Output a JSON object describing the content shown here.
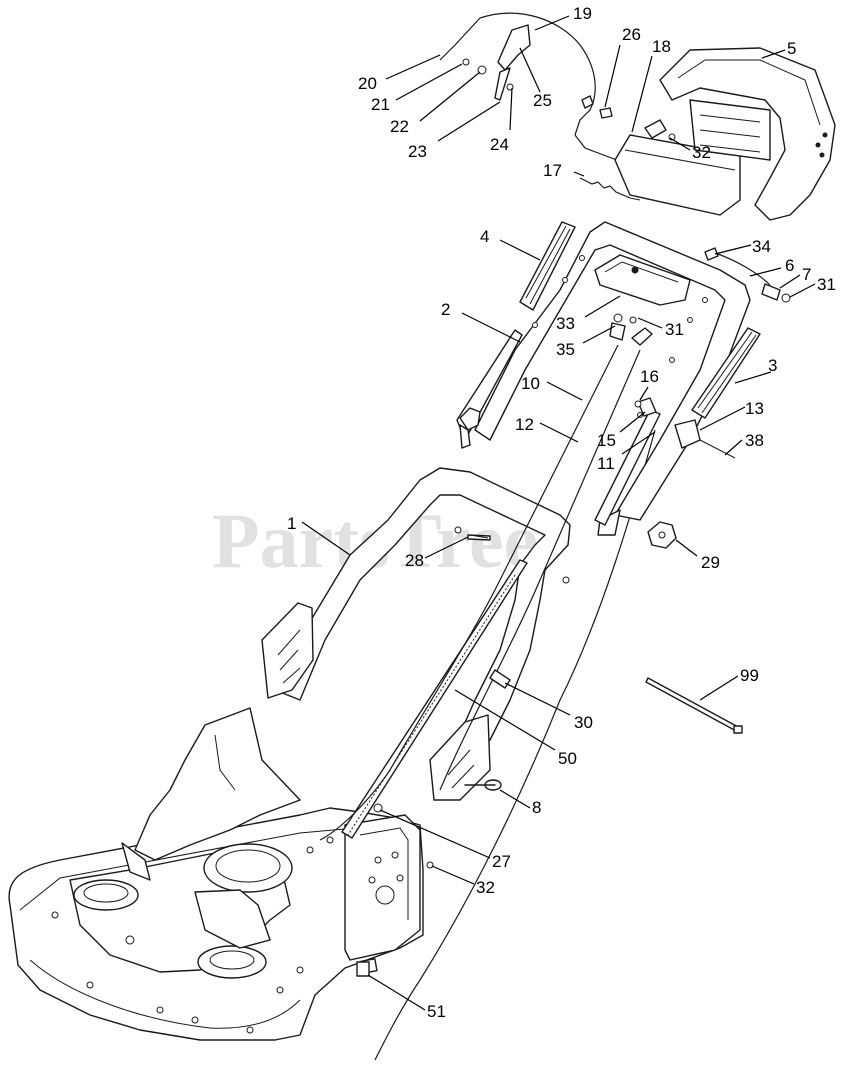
{
  "watermark": "PartsTree",
  "callouts": [
    {
      "id": "c19",
      "label": "19"
    },
    {
      "id": "c26",
      "label": "26"
    },
    {
      "id": "c18",
      "label": "18"
    },
    {
      "id": "c5",
      "label": "5"
    },
    {
      "id": "c20",
      "label": "20"
    },
    {
      "id": "c21",
      "label": "21"
    },
    {
      "id": "c22",
      "label": "22"
    },
    {
      "id": "c25",
      "label": "25"
    },
    {
      "id": "c24",
      "label": "24"
    },
    {
      "id": "c23",
      "label": "23"
    },
    {
      "id": "c32a",
      "label": "32"
    },
    {
      "id": "c17",
      "label": "17"
    },
    {
      "id": "c4",
      "label": "4"
    },
    {
      "id": "c34",
      "label": "34"
    },
    {
      "id": "c6",
      "label": "6"
    },
    {
      "id": "c7",
      "label": "7"
    },
    {
      "id": "c31a",
      "label": "31"
    },
    {
      "id": "c2",
      "label": "2"
    },
    {
      "id": "c33",
      "label": "33"
    },
    {
      "id": "c31b",
      "label": "31"
    },
    {
      "id": "c35",
      "label": "35"
    },
    {
      "id": "c3",
      "label": "3"
    },
    {
      "id": "c16",
      "label": "16"
    },
    {
      "id": "c10",
      "label": "10"
    },
    {
      "id": "c13",
      "label": "13"
    },
    {
      "id": "c12",
      "label": "12"
    },
    {
      "id": "c15",
      "label": "15"
    },
    {
      "id": "c38",
      "label": "38"
    },
    {
      "id": "c11",
      "label": "11"
    },
    {
      "id": "c1",
      "label": "1"
    },
    {
      "id": "c28",
      "label": "28"
    },
    {
      "id": "c29",
      "label": "29"
    },
    {
      "id": "c99",
      "label": "99"
    },
    {
      "id": "c30",
      "label": "30"
    },
    {
      "id": "c50",
      "label": "50"
    },
    {
      "id": "c8",
      "label": "8"
    },
    {
      "id": "c27",
      "label": "27"
    },
    {
      "id": "c32b",
      "label": "32"
    },
    {
      "id": "c51",
      "label": "51"
    }
  ]
}
